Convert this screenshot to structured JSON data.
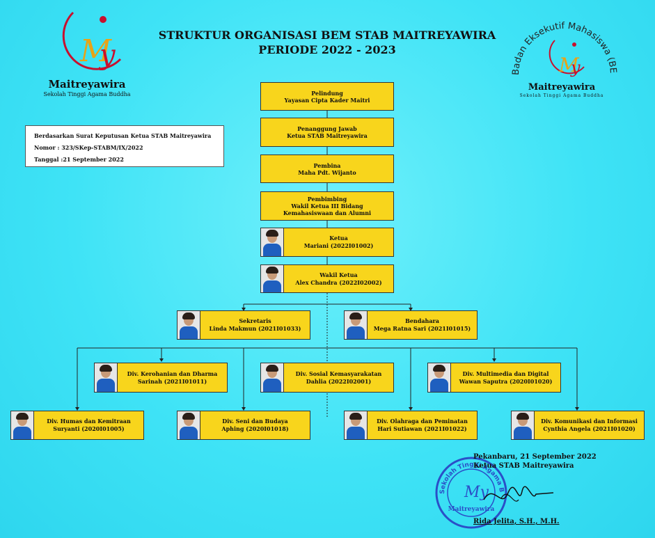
{
  "title": {
    "line1": "STRUKTUR ORGANISASI BEM STAB MAITREYAWIRA",
    "line2": "PERIODE 2022 - 2023"
  },
  "logo_left": {
    "name": "Maitreyawira",
    "subtitle": "Sekolah Tinggi Agama Buddha"
  },
  "logo_right": {
    "arc_text": "Badan Eksekutif Mahasiswa (BEM)",
    "name": "Maitreyawira",
    "subtitle": "Sekolah Tinggi Agama Buddha"
  },
  "decree": {
    "line1": "Berdasarkan Surat Keputusan Ketua STAB Maitreyawira",
    "line2": "Nomor : 323/SKep-STABM/IX/2022",
    "line3": "Tanggal :21 September 2022"
  },
  "chain": {
    "pelindung": {
      "role": "Pelindung",
      "name": "Yayasan Cipta Kader Maitri"
    },
    "penanggung": {
      "role": "Penanggung Jawab",
      "name": "Ketua STAB Maitreyawira"
    },
    "pembina": {
      "role": "Pembina",
      "name": "Maha Pdt. Wijanto"
    },
    "pembimbing": {
      "role": "Pembimbing",
      "line2": "Wakil Ketua III Bidang",
      "line3": "Kemahasiswaan dan Alumni"
    }
  },
  "members": {
    "ketua": {
      "role": "Ketua",
      "name": "Mariani (2022I01002)"
    },
    "wakil": {
      "role": "Wakil Ketua",
      "name": "Alex Chandra (2022I02002)"
    },
    "sekretaris": {
      "role": "Sekretaris",
      "name": "Linda Makmun (2021I01033)"
    },
    "bendahara": {
      "role": "Bendahara",
      "name": "Mega Ratna Sari (2021I01015)"
    },
    "kerohanian": {
      "role": "Div. Kerohanian dan Dharma",
      "name": "Sarinah (2021I01011)"
    },
    "sosial": {
      "role": "Div. Sosial Kemasyarakatan",
      "name": "Dahlia (2022I02001)"
    },
    "multimedia": {
      "role": "Div. Multimedia dan Digital",
      "name": "Wawan Saputra (2020I01020)"
    },
    "humas": {
      "role": "Div. Humas dan Kemitraan",
      "name": "Suryanti (2020I01005)"
    },
    "seni": {
      "role": "Div. Seni dan Budaya",
      "name": "Aphing (2020I01018)"
    },
    "olahraga": {
      "role": "Div. Olahraga dan Peminatan",
      "name": "Hari Sutiawan (2021I01022)"
    },
    "komunikasi": {
      "role": "Div. Komunikasi dan Informasi",
      "name": "Cynthia Angela (2021I01020)"
    }
  },
  "signature": {
    "place_date": "Pekanbaru, 21 September 2022",
    "position": "Ketua STAB Maitreyawira",
    "name": "Rida Jelita, S.H., M.H."
  },
  "stamp": {
    "ring_text": "Sekolah Tinggi Agama Buddha",
    "name": "Maitreyawira"
  },
  "colors": {
    "background": "#3fe3f6",
    "box": "#f8d51c",
    "shirt": "#1f5fbf",
    "logo_red": "#c8102e",
    "logo_gold": "#e8a317",
    "stamp_blue": "#2b4fc8"
  }
}
